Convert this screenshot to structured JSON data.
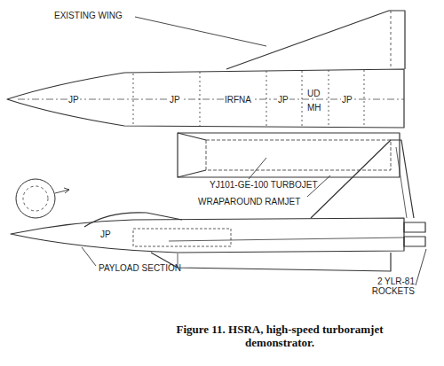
{
  "diagram": {
    "caption": "Figure 11. HSRA, high-speed turboramjet demonstrator.",
    "labels": [
      "EXISTING WING",
      "JP",
      "JP",
      "IRFNA",
      "JP",
      "UD",
      "MH",
      "JP",
      "YJ101-GE-100 TURBOJET",
      "WRAPAROUND RAMJET",
      "JP",
      "PAYLOAD SECTION",
      "2 YLR-81 ROCKETS"
    ]
  }
}
